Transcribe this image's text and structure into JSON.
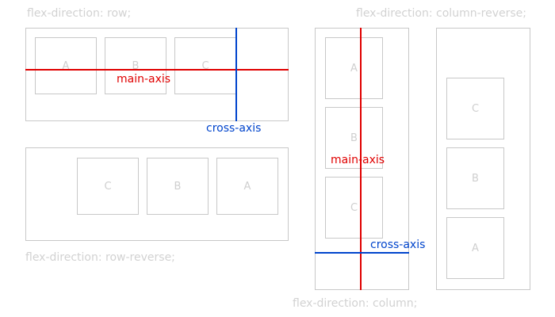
{
  "colors": {
    "caption": "#d2d2d2",
    "border": "#c8c8c8",
    "item_text": "#cfcfcf",
    "main_axis": "#e00000",
    "cross_axis": "#0044cc"
  },
  "captions": {
    "row": "flex-direction: row;",
    "row_reverse": "flex-direction: row-reverse;",
    "column": "flex-direction: column;",
    "column_reverse": "flex-direction: column-reverse;"
  },
  "axis_labels": {
    "main": "main-axis",
    "cross": "cross-axis"
  },
  "panels": {
    "row": {
      "items": [
        "A",
        "B",
        "C"
      ]
    },
    "row_reverse": {
      "items": [
        "C",
        "B",
        "A"
      ]
    },
    "column": {
      "items": [
        "A",
        "B",
        "C"
      ]
    },
    "column_reverse": {
      "items": [
        "C",
        "B",
        "A"
      ]
    }
  }
}
